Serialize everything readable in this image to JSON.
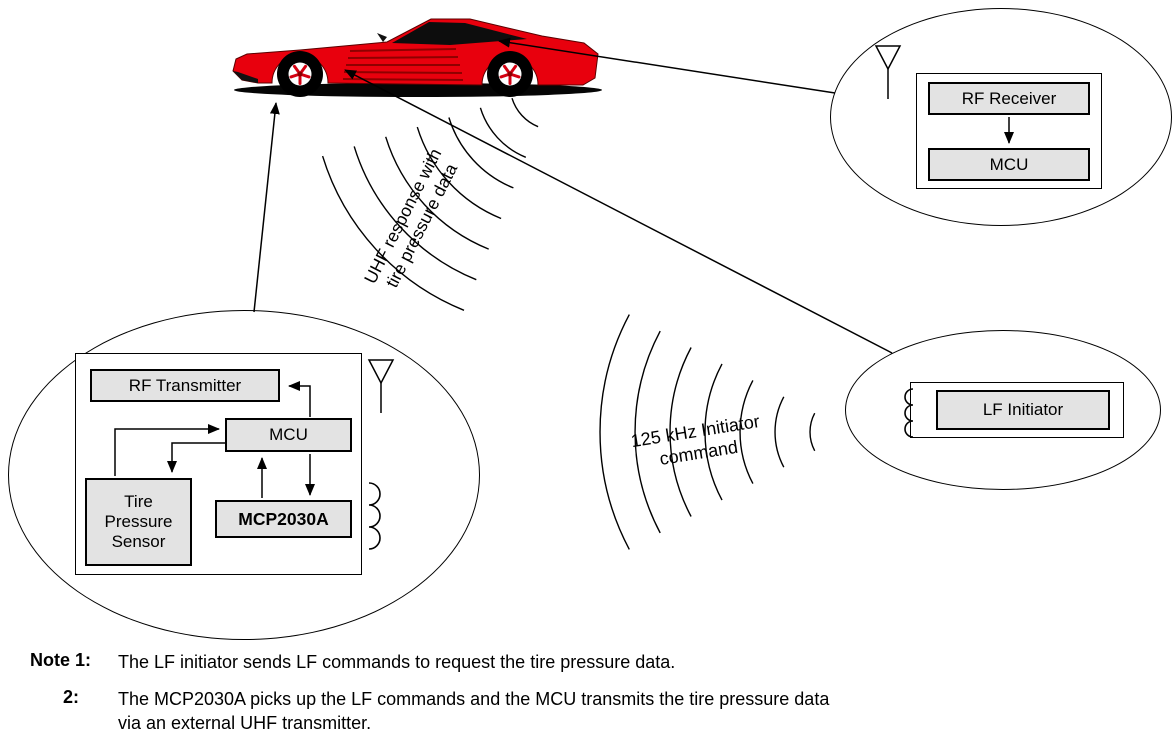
{
  "diagram": {
    "receiver_unit": {
      "rf_receiver_label": "RF Receiver",
      "mcu_label": "MCU"
    },
    "tire_module": {
      "rf_transmitter_label": "RF Transmitter",
      "mcu_label": "MCU",
      "sensor_label": "Tire\nPressure\nSensor",
      "mcp2030a_label": "MCP2030A"
    },
    "initiator_unit": {
      "lf_initiator_label": "LF Initiator"
    },
    "waves": {
      "uhf_line1": "UHF response with",
      "uhf_line2": "tire pressure data",
      "lf_line1": "125 kHz Initiator",
      "lf_line2": "command"
    },
    "notes": {
      "note1_label": "Note 1:",
      "note1_text": "The LF initiator sends LF commands to request the tire pressure data.",
      "note2_label": "2:",
      "note2_text": "The MCP2030A picks up the LF commands and the MCU transmits the tire pressure data\nvia an external UHF transmitter."
    },
    "colors": {
      "car_red": "#e8000d",
      "box_fill": "#e3e3e3",
      "line": "#000000"
    }
  }
}
